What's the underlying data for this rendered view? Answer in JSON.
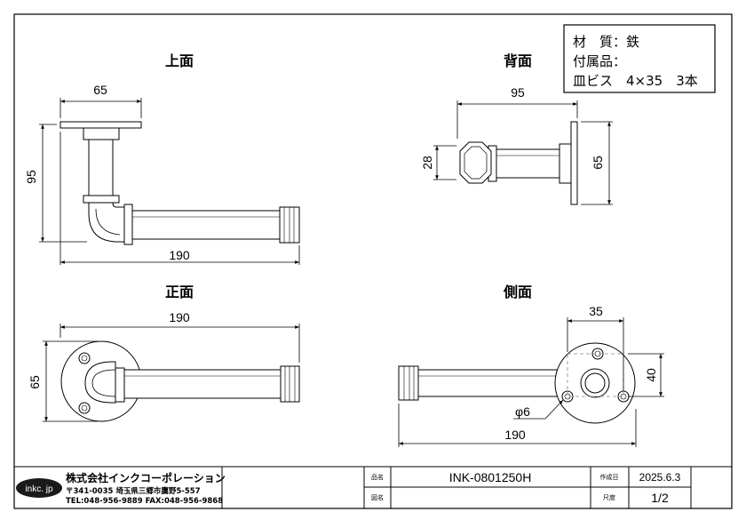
{
  "views": {
    "top": "上面",
    "back": "背面",
    "front": "正面",
    "side": "側面"
  },
  "material": {
    "material_line": "材　質：鉄",
    "accessories_line": "付属品：",
    "screws_line": "皿ビス　4×35　3本"
  },
  "dimensions": {
    "top_width": "65",
    "top_height": "95",
    "top_length": "190",
    "back_length": "95",
    "back_small": "28",
    "back_height": "65",
    "front_length": "190",
    "front_height": "65",
    "side_width": "35",
    "side_height": "40",
    "side_hole": "φ6",
    "side_length": "190"
  },
  "title_block": {
    "logo": "inkc. jp",
    "company": "株式会社インクコーポレーション",
    "address": "〒341-0035 埼玉県三郷市鷹野5-557",
    "contact": "TEL:048-956-9889  FAX:048-956-9868",
    "label_product": "品名",
    "label_drawing": "図名",
    "label_date": "作成日",
    "label_scale": "尺度",
    "product_code": "INK-0801250H",
    "drawing_name": "",
    "date": "2025.6.3",
    "scale": "1/2"
  },
  "colors": {
    "line": "#000000",
    "center_line": "#888888",
    "logo_bg": "#1a1a1a"
  }
}
